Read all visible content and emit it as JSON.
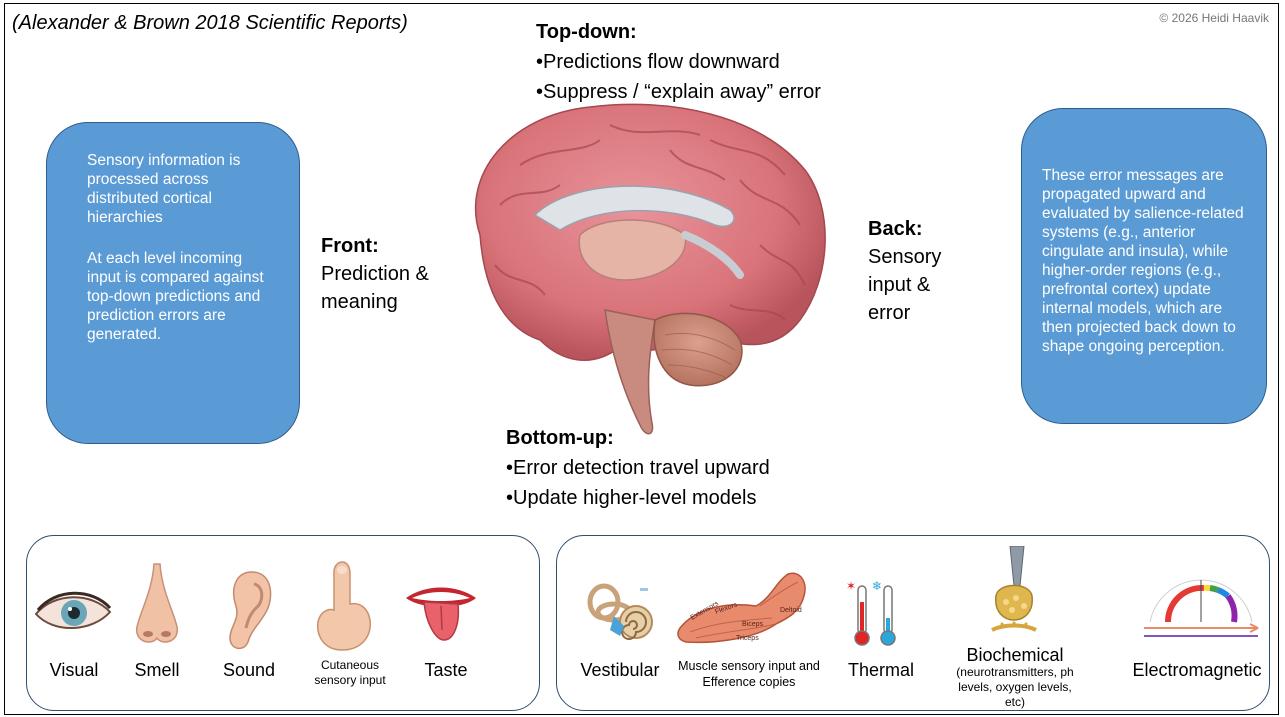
{
  "citation": "(Alexander & Brown 2018 Scientific Reports)",
  "copyright": "© 2026 Heidi Haavik",
  "top_down": {
    "heading": "Top-down:",
    "bullets": [
      "•Predictions flow downward",
      "•Suppress / “explain away” error"
    ]
  },
  "bottom_up": {
    "heading": "Bottom-up:",
    "bullets": [
      "•Error detection travel upward",
      "•Update higher-level models"
    ]
  },
  "front": {
    "heading": "Front:",
    "text": "Prediction & meaning"
  },
  "back": {
    "heading": "Back:",
    "text": "Sensory input & error"
  },
  "left_box": {
    "p1": "Sensory information is processed across distributed cortical hierarchies",
    "p2": "At each level incoming input is compared against top-down predictions and prediction errors are generated."
  },
  "right_box": {
    "text": "These error messages are propagated upward and evaluated by salience-related systems (e.g., anterior cingulate and insula), while higher-order regions (e.g., prefrontal cortex) update internal models, which are then projected back down to shape ongoing perception."
  },
  "senses_left": [
    {
      "label": "Visual",
      "icon": "eye-icon"
    },
    {
      "label": "Smell",
      "icon": "nose-icon"
    },
    {
      "label": "Sound",
      "icon": "ear-icon"
    },
    {
      "label": "Cutaneous sensory input",
      "icon": "finger-icon"
    },
    {
      "label": "Taste",
      "icon": "tongue-icon"
    }
  ],
  "senses_right": [
    {
      "label": "Vestibular",
      "icon": "inner-ear-icon"
    },
    {
      "label": "Muscle sensory input and Efference copies",
      "icon": "muscle-icon"
    },
    {
      "label": "Thermal",
      "icon": "thermometer-icon"
    },
    {
      "label": "Biochemical",
      "sub": "(neurotransmitters, ph levels, oxygen levels, etc)",
      "icon": "synapse-icon"
    },
    {
      "label": "Electromagnetic",
      "icon": "spectrum-icon"
    }
  ],
  "muscle_labels": [
    "Extensors",
    "Flexors",
    "Biceps",
    "Triceps",
    "Deltoid"
  ],
  "colors": {
    "box_blue": "#5b9bd5",
    "brain_pink": "#d9737a",
    "border": "#2f4f6f"
  }
}
